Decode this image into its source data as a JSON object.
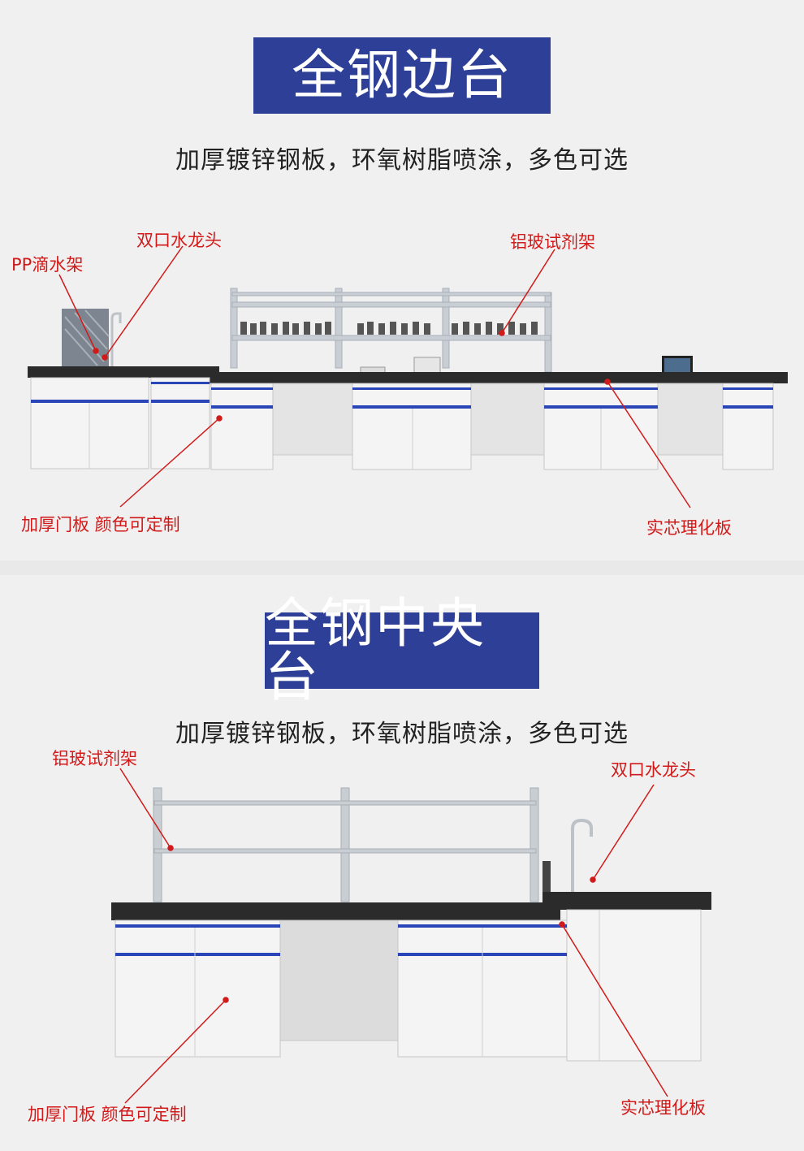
{
  "section1": {
    "title": "全钢边台",
    "subtitle": "加厚镀锌钢板，环氧树脂喷涂，多色可选",
    "labels": {
      "drip_rack": "PP滴水架",
      "faucet": "双口水龙头",
      "reagent_shelf": "铝玻试剂架",
      "door_panel": "加厚门板 颜色可定制",
      "worktop": "实芯理化板"
    }
  },
  "section2": {
    "title": "全钢中央台",
    "subtitle": "加厚镀锌钢板，环氧树脂喷涂，多色可选",
    "labels": {
      "reagent_shelf": "铝玻试剂架",
      "faucet": "双口水龙头",
      "door_panel": "加厚门板 颜色可定制",
      "worktop": "实芯理化板"
    }
  },
  "colors": {
    "banner": "#2d3f97",
    "callout": "#d11a1a",
    "cabinet_stripe": "#2a45b8",
    "worktop": "#2b2b2b"
  }
}
